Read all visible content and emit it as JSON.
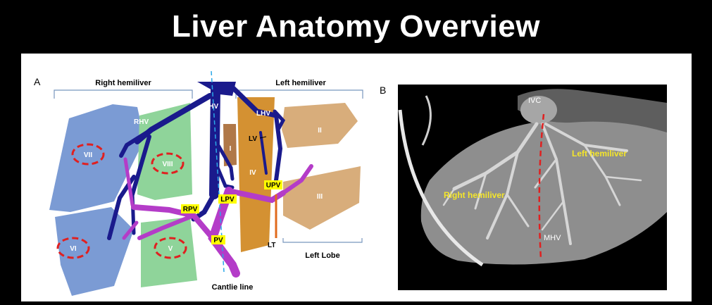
{
  "title": "Liver Anatomy Overview",
  "panel_a": {
    "letter": "A",
    "right_hemiliver": "Right hemiliver",
    "left_hemiliver": "Left hemiliver",
    "left_lobe": "Left Lobe",
    "cantlie_line": "Cantlie line",
    "segments": {
      "ii": "II",
      "iii": "III",
      "iv": "IV",
      "i": "I",
      "v": "V",
      "vi": "VI",
      "vii": "VII",
      "viii": "VIII"
    },
    "vessels": {
      "rhv": "RHV",
      "mhv": "MHV",
      "lhv": "LHV",
      "lv": "LV",
      "rpv": "RPV",
      "lpv": "LPV",
      "upv": "UPV",
      "pv": "PV",
      "lt": "LT"
    },
    "colors": {
      "right_lobe": "#7b9bd4",
      "seg_green": "#8fd49a",
      "seg_brown": "#d8ad7b",
      "seg_orange": "#d49132",
      "hepatic_vein": "#1a1a8c",
      "portal_vein": "#b43cc8",
      "label_box": "#ffff00",
      "dashed_circle": "#e02020"
    }
  },
  "panel_b": {
    "letter": "B",
    "ivc": "IVC",
    "mhv": "MHV",
    "right_hemiliver": "Right hemiliver",
    "left_hemiliver": "Left hemiliver"
  }
}
